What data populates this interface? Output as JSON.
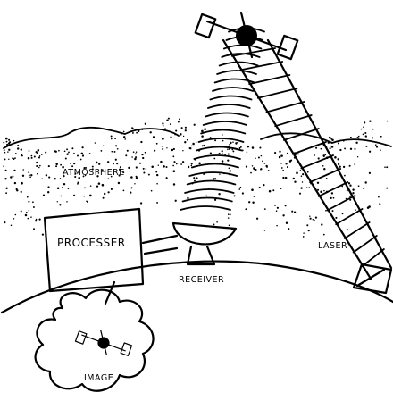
{
  "labels": {
    "atmosphere": "ATMOSPHERE",
    "processer": "PROCESSER",
    "receiver": "RECEIVER",
    "laser": "LASER",
    "image": "IMAGE"
  },
  "colors": {
    "ink": "#000000",
    "background": "#ffffff"
  },
  "icons": [
    "satellite-icon",
    "dish-icon",
    "cloud-bubble-icon"
  ]
}
